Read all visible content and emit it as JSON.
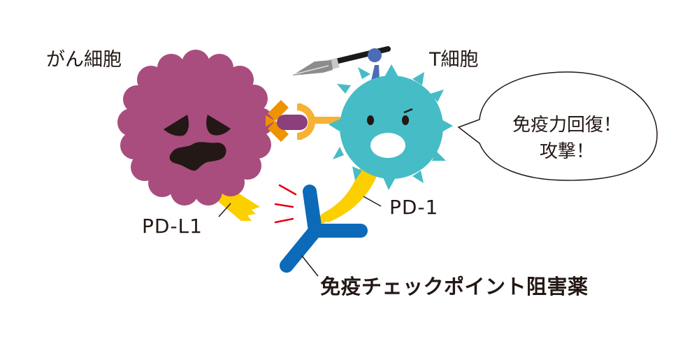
{
  "diagram": {
    "labels": {
      "cancer_cell": "がん細胞",
      "t_cell": "T細胞",
      "pd_l1": "PD-L1",
      "pd_1": "PD-1",
      "drug": "免疫チェックポイント阻害薬"
    },
    "speech_bubble": {
      "line1": "免疫力回復！",
      "line2": "攻撃！"
    },
    "colors": {
      "cancer_cell": "#a84d7d",
      "t_cell": "#45bcc6",
      "receptor_yellow": "#fccf00",
      "pd1_orange": "#f6b233",
      "pdl1_orange": "#ef9200",
      "antigen_purple": "#8c3f7a",
      "antibody_blue": "#0c6ab8",
      "spear_handle_blue": "#4b6cb7",
      "spear_tip_gray": "#8c8c8c",
      "alert_red": "#e60012",
      "text": "#231815"
    },
    "icons": {
      "cancer_cell": "sad-cancer-cell-icon",
      "t_cell": "angry-t-cell-icon",
      "spear": "spear-icon",
      "antibody": "y-antibody-icon"
    }
  }
}
